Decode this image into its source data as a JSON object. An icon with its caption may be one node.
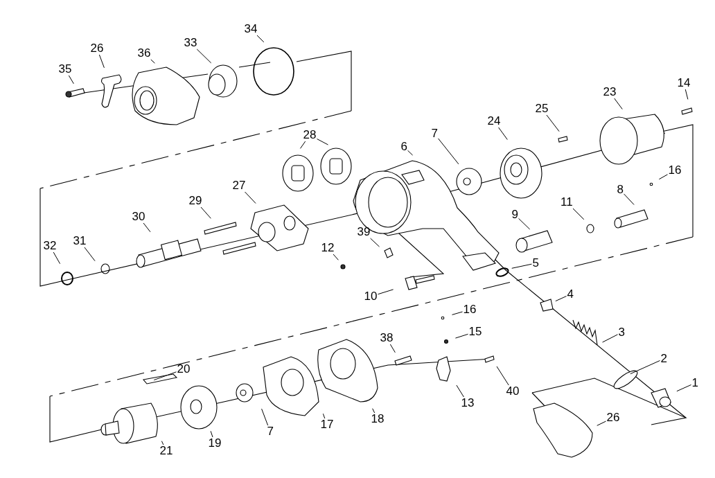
{
  "diagram": {
    "nodes": [
      {
        "text": [
          "34"
        ]
      },
      {
        "text": [
          "33"
        ]
      },
      {
        "text": [
          "26"
        ]
      },
      {
        "text": [
          "36"
        ]
      },
      {
        "text": [
          "35"
        ]
      },
      {
        "text": [
          "14"
        ]
      },
      {
        "text": [
          "23"
        ]
      },
      {
        "text": [
          "25"
        ]
      },
      {
        "text": [
          "24"
        ]
      },
      {
        "text": [
          "7"
        ]
      },
      {
        "text": [
          "28"
        ]
      },
      {
        "text": [
          "6"
        ]
      },
      {
        "text": [
          "16"
        ]
      },
      {
        "text": [
          "27"
        ]
      },
      {
        "text": [
          "8"
        ]
      },
      {
        "text": [
          "29"
        ]
      },
      {
        "text": [
          "11"
        ]
      },
      {
        "text": [
          "9"
        ]
      },
      {
        "text": [
          "30"
        ]
      },
      {
        "text": [
          "39"
        ]
      },
      {
        "text": [
          "31"
        ]
      },
      {
        "text": [
          "32"
        ]
      },
      {
        "text": [
          "12"
        ]
      },
      {
        "text": [
          "5"
        ]
      },
      {
        "text": [
          "4"
        ]
      },
      {
        "text": [
          "10"
        ]
      },
      {
        "text": [
          "16"
        ]
      },
      {
        "text": [
          "3"
        ]
      },
      {
        "text": [
          "15"
        ]
      },
      {
        "text": [
          "38"
        ]
      },
      {
        "text": [
          "2"
        ]
      },
      {
        "text": [
          "20"
        ]
      },
      {
        "text": [
          "1"
        ]
      },
      {
        "text": [
          "40"
        ]
      },
      {
        "text": [
          "13"
        ]
      },
      {
        "text": [
          "26"
        ]
      },
      {
        "text": [
          "18"
        ]
      },
      {
        "text": [
          "17"
        ]
      },
      {
        "text": [
          "7"
        ]
      },
      {
        "text": [
          "19"
        ]
      },
      {
        "text": [
          "21"
        ]
      }
    ],
    "edges": [
      {
        "from": 0,
        "to": null,
        "arrow": "none"
      },
      {
        "from": 1,
        "to": null,
        "arrow": "none"
      },
      {
        "from": 2,
        "to": null,
        "arrow": "none"
      },
      {
        "from": 3,
        "to": null,
        "arrow": "none"
      },
      {
        "from": 4,
        "to": null,
        "arrow": "none"
      },
      {
        "from": 5,
        "to": null,
        "arrow": "none"
      },
      {
        "from": 6,
        "to": null,
        "arrow": "none"
      },
      {
        "from": 7,
        "to": null,
        "arrow": "none"
      },
      {
        "from": 8,
        "to": null,
        "arrow": "none"
      },
      {
        "from": 9,
        "to": null,
        "arrow": "none"
      },
      {
        "from": 10,
        "to": null,
        "arrow": "none"
      },
      {
        "from": 10,
        "to": null,
        "arrow": "none"
      },
      {
        "from": 11,
        "to": null,
        "arrow": "none"
      },
      {
        "from": 12,
        "to": null,
        "arrow": "none"
      },
      {
        "from": 13,
        "to": null,
        "arrow": "none"
      },
      {
        "from": 14,
        "to": null,
        "arrow": "none"
      },
      {
        "from": 15,
        "to": null,
        "arrow": "none"
      },
      {
        "from": 16,
        "to": null,
        "arrow": "none"
      },
      {
        "from": 17,
        "to": null,
        "arrow": "none"
      },
      {
        "from": 18,
        "to": null,
        "arrow": "none"
      },
      {
        "from": 19,
        "to": null,
        "arrow": "none"
      },
      {
        "from": 20,
        "to": null,
        "arrow": "none"
      },
      {
        "from": 21,
        "to": null,
        "arrow": "none"
      },
      {
        "from": 22,
        "to": null,
        "arrow": "none"
      },
      {
        "from": 23,
        "to": null,
        "arrow": "none"
      },
      {
        "from": 24,
        "to": null,
        "arrow": "none"
      },
      {
        "from": 25,
        "to": null,
        "arrow": "none"
      },
      {
        "from": 26,
        "to": null,
        "arrow": "none"
      },
      {
        "from": 27,
        "to": null,
        "arrow": "none"
      },
      {
        "from": 28,
        "to": null,
        "arrow": "none"
      },
      {
        "from": 29,
        "to": null,
        "arrow": "none"
      },
      {
        "from": 30,
        "to": null,
        "arrow": "none"
      },
      {
        "from": 31,
        "to": null,
        "arrow": "none"
      },
      {
        "from": 32,
        "to": null,
        "arrow": "none"
      },
      {
        "from": 33,
        "to": null,
        "arrow": "none"
      },
      {
        "from": 34,
        "to": null,
        "arrow": "none"
      },
      {
        "from": 35,
        "to": null,
        "arrow": "none"
      },
      {
        "from": 36,
        "to": null,
        "arrow": "none"
      },
      {
        "from": 37,
        "to": null,
        "arrow": "none"
      },
      {
        "from": 38,
        "to": null,
        "arrow": "none"
      },
      {
        "from": 39,
        "to": null,
        "arrow": "none"
      },
      {
        "from": 40,
        "to": null,
        "arrow": "none"
      }
    ]
  }
}
